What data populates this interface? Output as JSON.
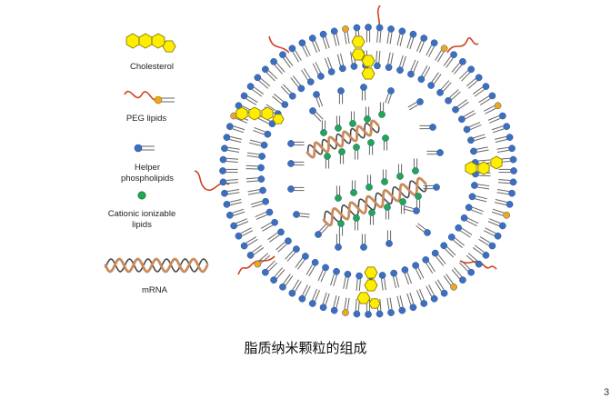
{
  "legend": {
    "cholesterol": "Cholesterol",
    "peg_lipids": "PEG lipids",
    "helper_phospholipids": "Helper\nphospholipids",
    "cationic_ionizable_lipids": "Cationic ionizable\nlipids",
    "mrna": "mRNA"
  },
  "caption": "脂质纳米颗粒的组成",
  "page_number": "3",
  "colors": {
    "head_blue": "#3d6fc0",
    "head_stroke": "#27508f",
    "tail_gray": "#666666",
    "cationic_green": "#1fa84f",
    "cholesterol_yellow": "#ffee00",
    "cholesterol_stroke": "#8a7a00",
    "peg_orange": "#f0a818",
    "peg_red": "#d2421e",
    "mrna_brown": "#c98b5e",
    "mrna_dark": "#4a4a4a"
  }
}
